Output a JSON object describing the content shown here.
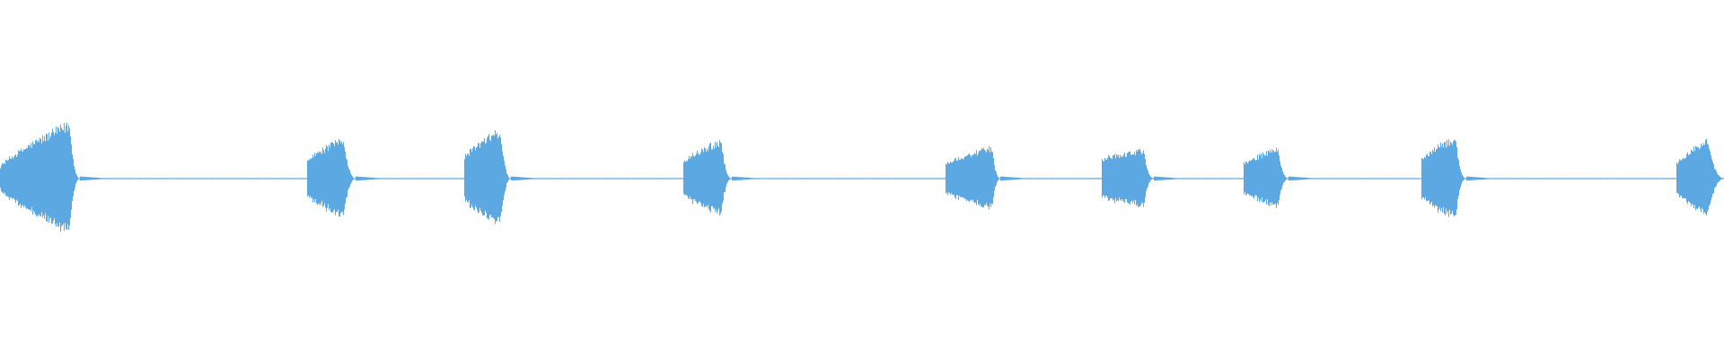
{
  "waveform": {
    "color": "#5ca8e2",
    "background": "#ffffff",
    "bursts": [
      {
        "start": 0.0,
        "peak": 0.04,
        "end": 0.046,
        "amplitude": 0.33,
        "onset": 0.22
      },
      {
        "start": 0.178,
        "peak": 0.199,
        "end": 0.206,
        "amplitude": 0.24,
        "onset": 0.45
      },
      {
        "start": 0.269,
        "peak": 0.29,
        "end": 0.296,
        "amplitude": 0.29,
        "onset": 0.45
      },
      {
        "start": 0.396,
        "peak": 0.418,
        "end": 0.424,
        "amplitude": 0.23,
        "onset": 0.45
      },
      {
        "start": 0.548,
        "peak": 0.575,
        "end": 0.58,
        "amplitude": 0.19,
        "onset": 0.45
      },
      {
        "start": 0.639,
        "peak": 0.663,
        "end": 0.669,
        "amplitude": 0.17,
        "onset": 0.7
      },
      {
        "start": 0.721,
        "peak": 0.741,
        "end": 0.747,
        "amplitude": 0.18,
        "onset": 0.5
      },
      {
        "start": 0.824,
        "peak": 0.844,
        "end": 0.85,
        "amplitude": 0.25,
        "onset": 0.45
      },
      {
        "start": 0.972,
        "peak": 0.99,
        "end": 1.0,
        "amplitude": 0.23,
        "onset": 0.4
      }
    ]
  }
}
